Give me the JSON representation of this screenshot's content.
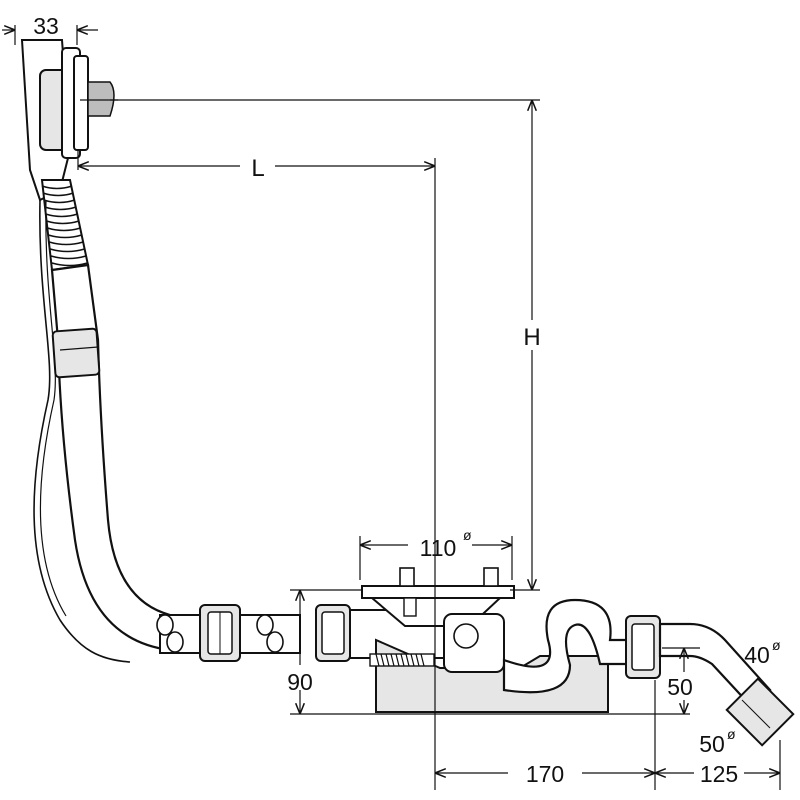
{
  "dimensions": {
    "overflow_offset": "33",
    "length": "L",
    "height": "H",
    "drain_diameter": "110",
    "drain_diameter_symbol": "ø",
    "floor_height": "90",
    "drain_to_outlet": "170",
    "outlet_offset": "125",
    "outlet_height": "50",
    "outlet_diameter_upper": "40",
    "outlet_diameter_upper_symbol": "ø",
    "outlet_diameter_lower": "50",
    "outlet_diameter_lower_symbol": "ø"
  },
  "colors": {
    "line": "#111111",
    "fill": "#ffffff",
    "shade": "#e6e6e6"
  }
}
